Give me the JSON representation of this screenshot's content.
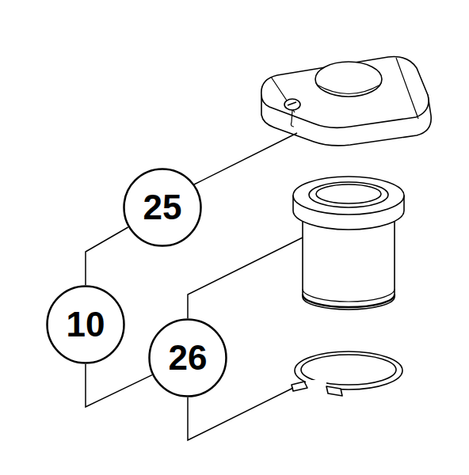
{
  "diagram": {
    "nodes": [
      {
        "text": [
          "25"
        ]
      },
      {
        "text": [
          "10"
        ]
      },
      {
        "text": [
          "26"
        ]
      }
    ],
    "edges": [
      {
        "from": 0,
        "to": 1,
        "arrow": "none"
      },
      {
        "from": 1,
        "to": 2,
        "arrow": "none"
      }
    ]
  }
}
